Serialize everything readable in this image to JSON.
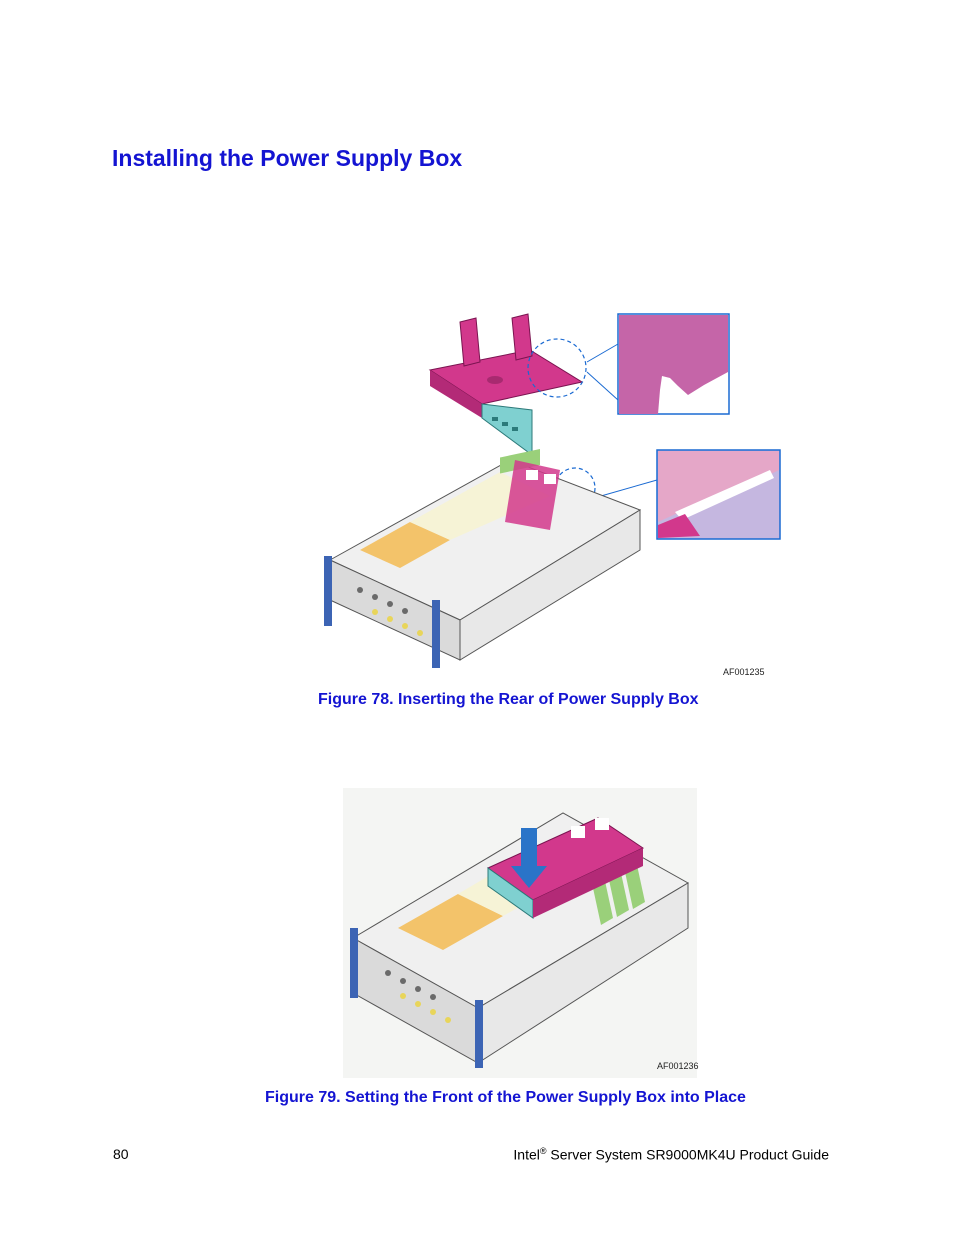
{
  "page": {
    "title": "Installing the Power Supply Box"
  },
  "figure78": {
    "code": "AF001235",
    "caption": "Figure 78. Inserting the Rear of Power Supply Box"
  },
  "figure79": {
    "code": "AF001236",
    "caption": "Figure 79. Setting the Front of the Power Supply Box into Place"
  },
  "footer": {
    "page_number": "80",
    "brand": "Intel",
    "registered_mark": "®",
    "doc_title": " Server System SR9000MK4U Product Guide"
  },
  "colors": {
    "heading": "#1414d2",
    "psu_box": "#d2388c",
    "chassis": "#ededed",
    "bracket": "#7fd0d0"
  }
}
